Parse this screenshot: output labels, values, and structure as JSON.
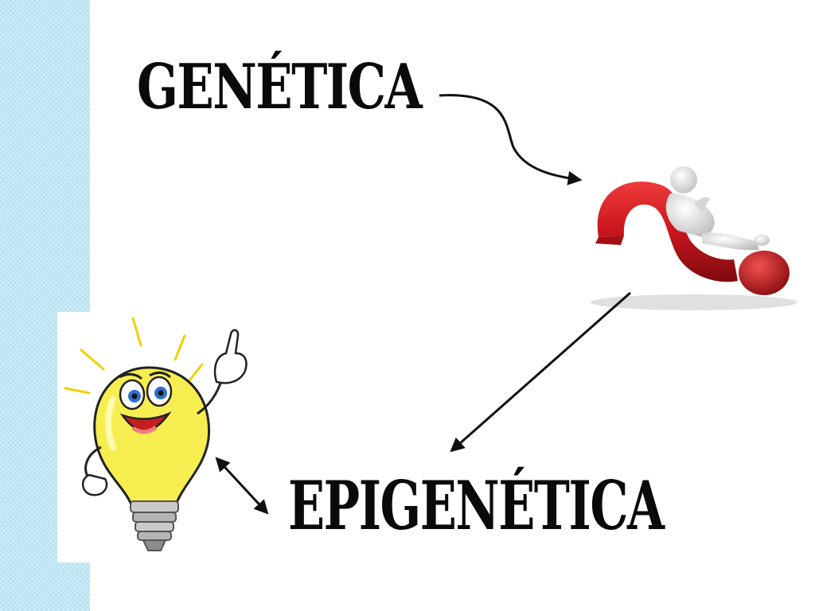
{
  "slide": {
    "word_top": "GENÉTICA",
    "word_bottom": "EPIGENÉTICA"
  },
  "images": {
    "question_mark_figure": "person-resting-on-question-mark-icon",
    "bulb": "lightbulb-idea-icon"
  },
  "arrows": [
    {
      "from": "word_top",
      "to": "question_mark_figure",
      "style": "curved"
    },
    {
      "from": "question_mark_figure",
      "to": "word_bottom",
      "style": "straight"
    },
    {
      "from": "bulb",
      "to": "word_bottom",
      "style": "double-headed"
    }
  ],
  "colors": {
    "side_band": "#b7e1f3",
    "question_mark": "#c8161d",
    "bulb": "#f6ee50",
    "text": "#0a0a0a"
  }
}
